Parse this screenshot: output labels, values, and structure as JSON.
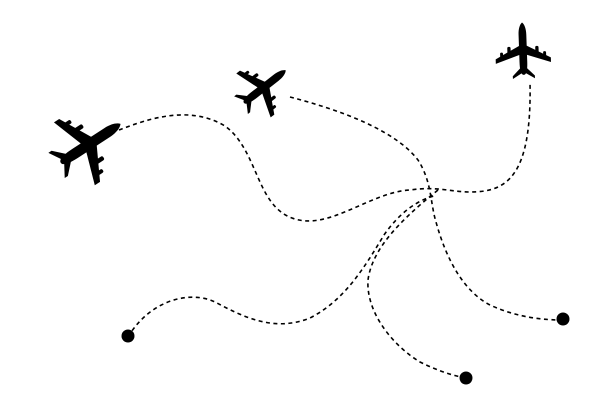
{
  "illustration": {
    "background_color": "#ffffff",
    "ink_color": "#000000",
    "routes": [
      {
        "name": "route-large-plane",
        "plane_icon": "airplane-icon",
        "end_icon": "destination-dot-icon"
      },
      {
        "name": "route-middle-plane",
        "plane_icon": "airplane-icon",
        "end_icon": "destination-dot-icon"
      },
      {
        "name": "route-right-plane",
        "plane_icon": "airplane-icon",
        "end_icon": "destination-dot-icon"
      }
    ],
    "line_style": "dashed"
  }
}
